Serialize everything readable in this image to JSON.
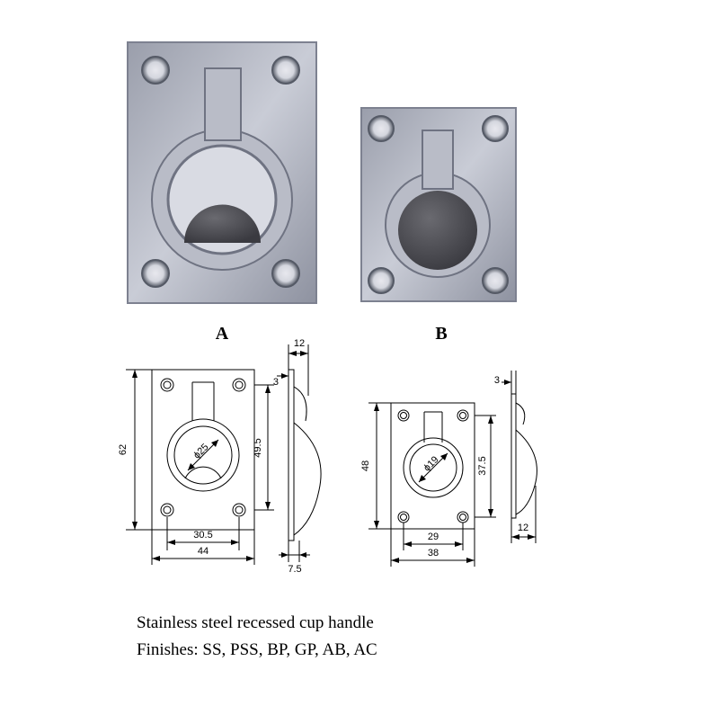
{
  "colors": {
    "plate_light": "#c9ccd6",
    "plate_dark": "#7d8190",
    "cup": "#4a4a50",
    "line": "#000000"
  },
  "labels": {
    "a": "A",
    "b": "B"
  },
  "drawing_a": {
    "height": "62",
    "depth": "12",
    "plate": "3",
    "ring_height": "49.5",
    "diameter": "ϕ25",
    "hole_spacing": "30.5",
    "width": "44",
    "base": "7.5"
  },
  "drawing_b": {
    "height": "48",
    "plate": "3",
    "ring_height": "37.5",
    "diameter": "ϕ19",
    "hole_spacing": "29",
    "width": "38",
    "depth": "12"
  },
  "caption": {
    "line1": "Stainless steel recessed cup handle",
    "line2": "Finishes: SS, PSS, BP, GP, AB, AC"
  }
}
